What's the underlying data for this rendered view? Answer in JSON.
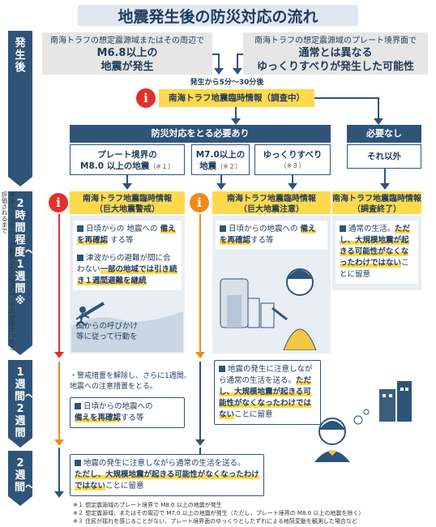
{
  "title": "地震発生後の防災対応の流れ",
  "timeline": {
    "t0": "発生後",
    "t1": "2時間程度〜1週間※",
    "t2": "1週間〜2週間",
    "t3": "2週間〜"
  },
  "side_note": "※ゆっくりすべりが観測された場合は、それが収まったと評価されるまで",
  "trigger_left": {
    "line1": "南海トラフの想定震源域またはその周辺で",
    "line2": "M6.8以上の",
    "line3": "地震が発生"
  },
  "trigger_right": {
    "line1": "南海トラフの想定震源域のプレート境界面で",
    "line2": "通常とは異なる",
    "line3": "ゆっくりすべりが発生した可能性"
  },
  "time_after": "発生から5分〜30分後",
  "info_investigate": "南海トラフ地震臨時情報（調査中）",
  "need_action": "防災対応をとる必要あり",
  "no_need": "必要なし",
  "case_a": {
    "line1": "プレート境界の",
    "line2": "M8.0 以上の地震",
    "ref": "（※１）"
  },
  "case_b": {
    "line1": "M7.0以上の",
    "line2": "地震",
    "ref": "（※２）"
  },
  "case_c": {
    "line1": "ゆっくりすべり",
    "ref": "（※３）"
  },
  "case_d": "それ以外",
  "info_warning": {
    "line1": "南海トラフ地震臨時情報",
    "line2": "（巨大地震警戒）"
  },
  "info_caution": {
    "line1": "南海トラフ地震臨時情報",
    "line2": "（巨大地震注意）"
  },
  "info_end": {
    "line1": "南海トラフ地震臨時情報",
    "line2": "（調査終了）"
  },
  "warn_card1": {
    "pre": "日頃からの 地震への",
    "hl": "備えを再確認",
    "post": "する等"
  },
  "warn_card2": {
    "pre": "津波からの避難が間に合わない",
    "hl1": "一部の地域では引き続き１週間",
    "hl2": "避難を継続"
  },
  "warn_card3": "国からの呼びかけ等に従って行動を",
  "caution_card": {
    "pre": "日頃からの地震への",
    "hl": "備えを再確認",
    "post": "する等"
  },
  "end_card": {
    "pre": "通常の生活。",
    "hl": "ただし、大規模地震が起きる可能性がなくなったわけではない",
    "post": "ことに留意"
  },
  "week1_note": {
    "line1": "・警戒措置を解除し、さらに1週間、",
    "line2": "地震への注意措置をとる。"
  },
  "week1_card": {
    "pre": "日頃からの地震への",
    "hl": "備えを再確認",
    "post": "する等"
  },
  "week1_right": {
    "pre": "地震の発生に注意しながら通常の生活を送る。",
    "hl": "ただし、大規模地震が起きる可能性がなくなったわけではない",
    "post": "ことに留意"
  },
  "week2_card": {
    "pre": "地震の発生に注意しながら通常の生活を送る。",
    "hl": "ただし、大規模地震が起きる可能性がなくなったわけではない",
    "post": "ことに留意"
  },
  "footnotes": [
    "※１ 想定震源域のプレート境界で M8.0 以上の地震が発生",
    "※２ 想定震源域、またはその周辺で M7.0 以上の地震が発生（ただし、プレート境界の M8.0 以上の地震を除く）",
    "※３ 住民が揺れを感じることがない、プレート境界面のゆっくりとしたずれによる地殻変動を観測した場合など"
  ],
  "colors": {
    "navy": "#2f547a",
    "yellow": "#ffd94d",
    "red": "#e2302b",
    "orange": "#f08a1c",
    "gray": "#e6e6e6"
  }
}
